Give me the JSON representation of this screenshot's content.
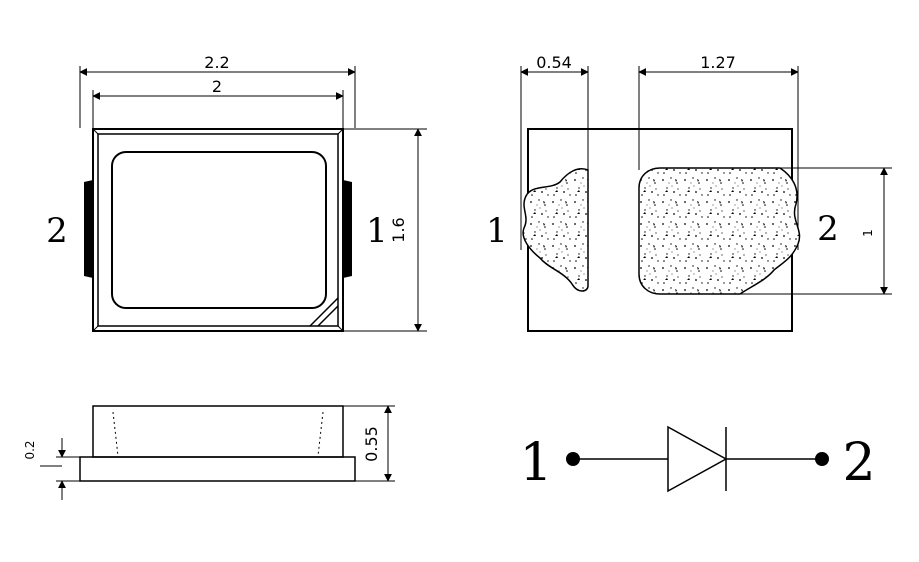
{
  "top_view": {
    "width_outer": "2.2",
    "width_inner": "2",
    "height": "1.6",
    "pin_left": "2",
    "pin_right": "1"
  },
  "pad_layout": {
    "pad1_width": "0.54",
    "pad2_width": "1.27",
    "pad_height": "1",
    "pin_left": "1",
    "pin_right": "2"
  },
  "side_view": {
    "base_height": "0.2",
    "total_height": "0.55"
  },
  "schematic": {
    "pin_left": "1",
    "pin_right": "2"
  }
}
